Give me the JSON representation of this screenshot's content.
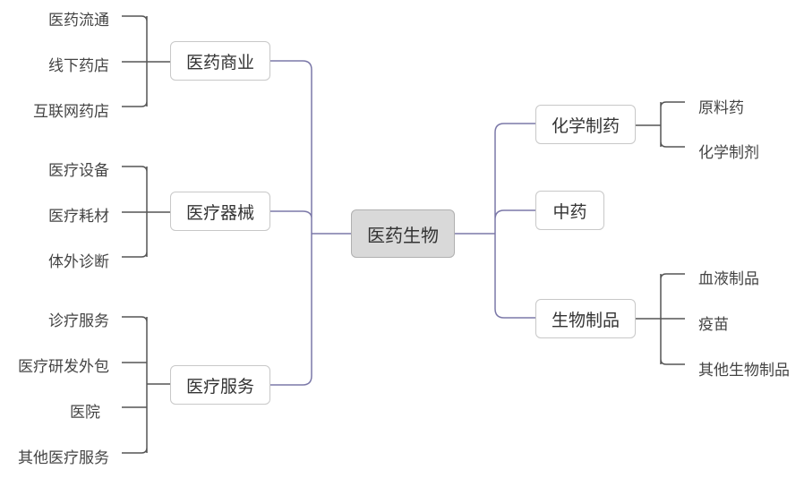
{
  "colors": {
    "root_fill": "#d9d9d9",
    "branch_line": "#7b78a8",
    "leaf_line": "#555555",
    "box_border": "#c8c8c8"
  },
  "root": {
    "label": "医药生物"
  },
  "left": [
    {
      "label": "医药商业",
      "children": [
        "医药流通",
        "线下药店",
        "互联网药店"
      ]
    },
    {
      "label": "医疗器械",
      "children": [
        "医疗设备",
        "医疗耗材",
        "体外诊断"
      ]
    },
    {
      "label": "医疗服务",
      "children": [
        "诊疗服务",
        "医疗研发外包",
        "医院",
        "其他医疗服务"
      ]
    }
  ],
  "right": [
    {
      "label": "化学制药",
      "children": [
        "原料药",
        "化学制剂"
      ]
    },
    {
      "label": "中药",
      "children": []
    },
    {
      "label": "生物制品",
      "children": [
        "血液制品",
        "疫苗",
        "其他生物制品"
      ]
    }
  ]
}
